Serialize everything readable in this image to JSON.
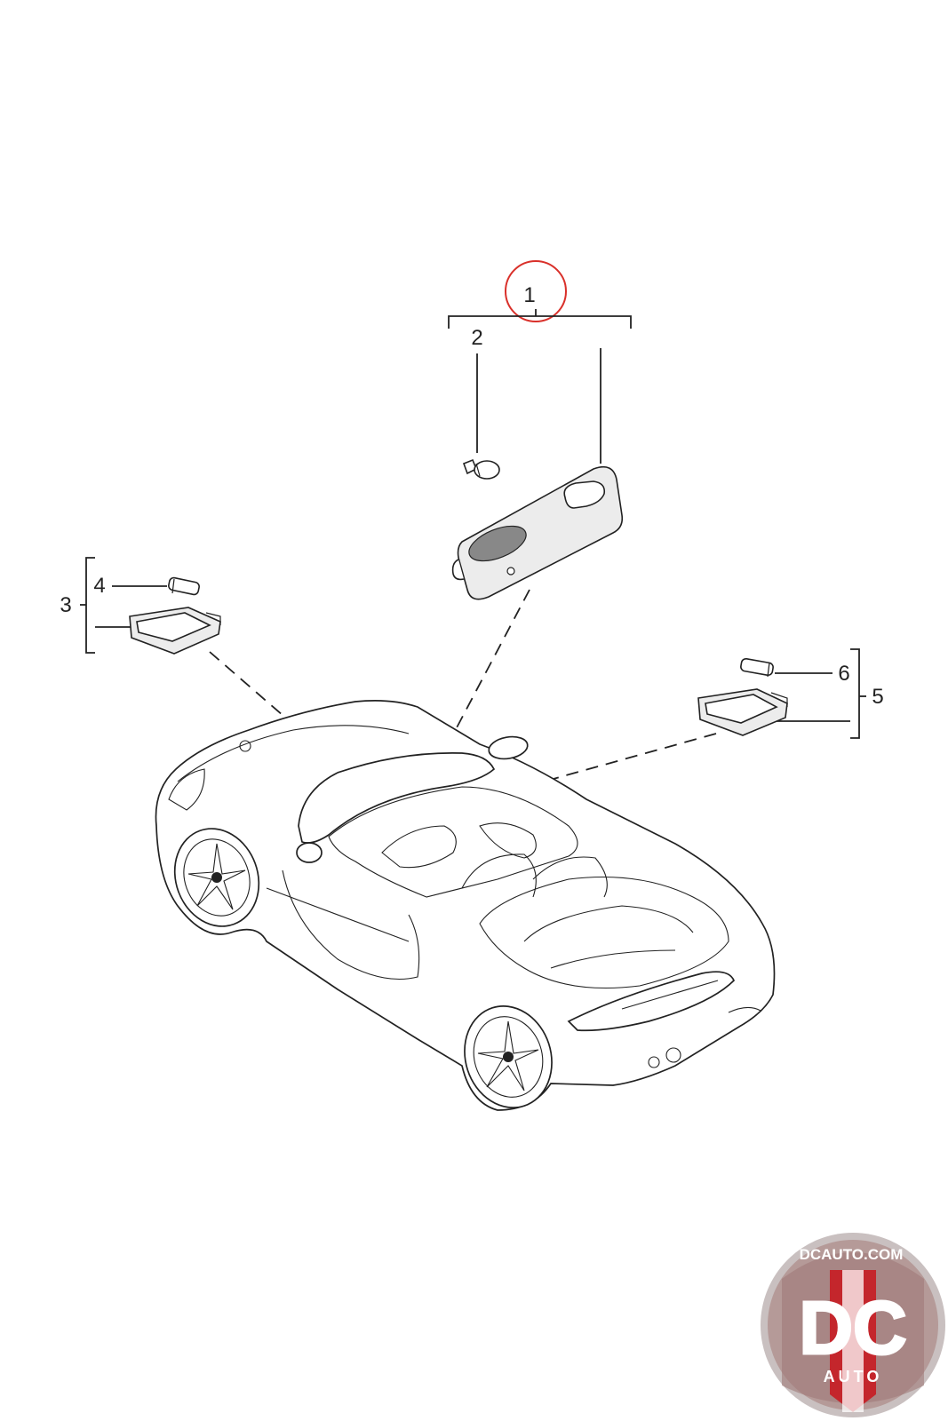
{
  "callouts": [
    {
      "id": "1",
      "label": "1"
    },
    {
      "id": "2",
      "label": "2"
    },
    {
      "id": "3",
      "label": "3"
    },
    {
      "id": "4",
      "label": "4"
    },
    {
      "id": "5",
      "label": "5"
    },
    {
      "id": "6",
      "label": "6"
    }
  ],
  "highlight": {
    "target": "1",
    "color": "#d9302a"
  },
  "logo": {
    "url_text": "DCAUTO.COM",
    "mark_text": "DC",
    "sub_text": "AUTO",
    "colors": {
      "ring": "#c9c0c0",
      "red": "#c4262c",
      "dark": "#3a3a3a"
    }
  }
}
